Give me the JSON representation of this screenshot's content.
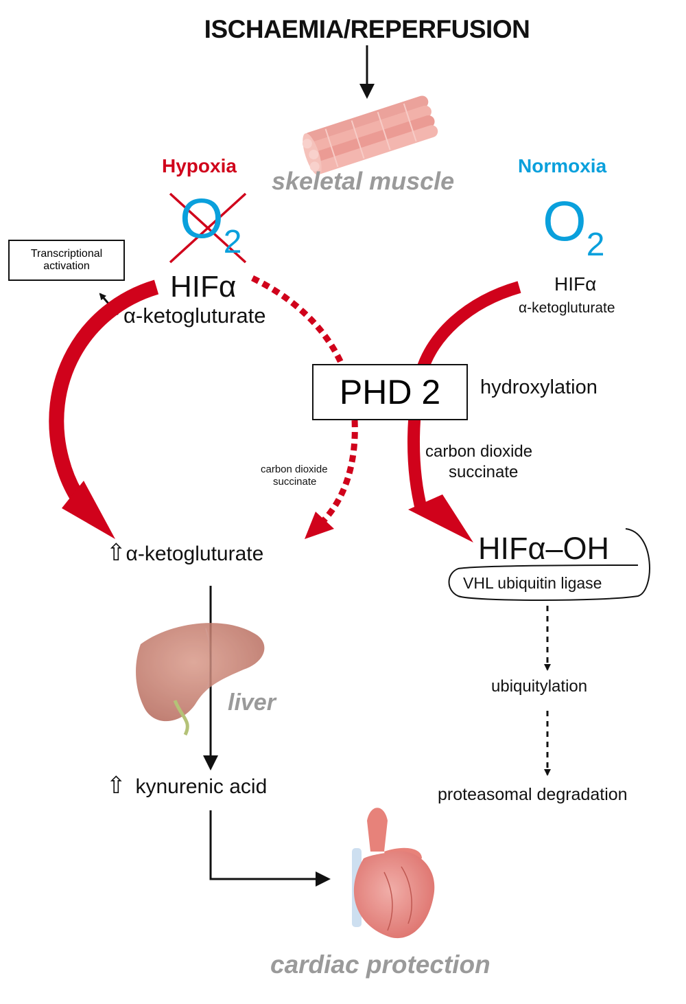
{
  "title": "ISCHAEMIA/REPERFUSION",
  "tissues": {
    "skeletal_muscle": "skeletal muscle",
    "liver": "liver",
    "heart": "cardiac protection"
  },
  "hypoxia": {
    "label": "Hypoxia",
    "o2": "O",
    "o2_sub": "2",
    "hif": "HIFα",
    "akg": "α-ketogluturate",
    "transcription_line1": "Transcriptional",
    "transcription_line2": "activation",
    "byproduct_line1": "carbon dioxide",
    "byproduct_line2": "succinate"
  },
  "normoxia": {
    "label": "Normoxia",
    "o2": "O",
    "o2_sub": "2",
    "hif": "HIFα",
    "akg": "α-ketogluturate",
    "byproduct_line1": "carbon dioxide",
    "byproduct_line2": "succinate"
  },
  "enzyme": {
    "name": "PHD 2",
    "process": "hydroxylation"
  },
  "left_pathway": {
    "akg_up": "α-ketogluturate",
    "kynurenic_up": "kynurenic acid"
  },
  "right_pathway": {
    "hif_oh": "HIFα–OH",
    "vhl": "VHL ubiquitin ligase",
    "step1": "ubiquitylation",
    "step2": "proteasomal degradation"
  },
  "colors": {
    "red": "#d0021b",
    "blue": "#0aa0dc",
    "black": "#111111",
    "gray": "#9a9a9a"
  }
}
